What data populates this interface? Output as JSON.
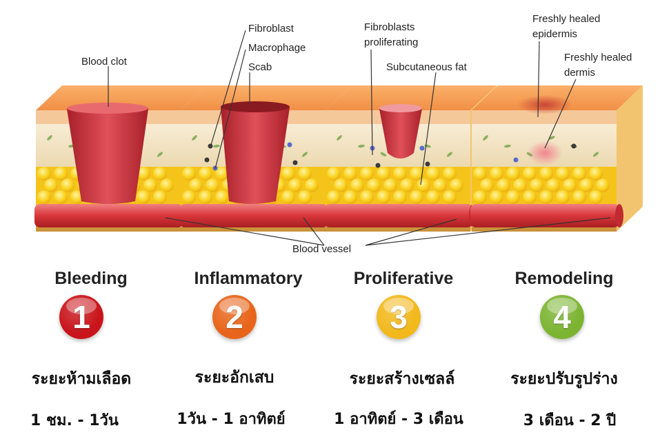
{
  "annotations": {
    "blood_clot": "Blood clot",
    "fibroblast": "Fibroblast",
    "macrophage": "Macrophage",
    "scab": "Scab",
    "fibroblasts_proliferating_1": "Fibroblasts",
    "fibroblasts_proliferating_2": "proliferating",
    "subcutaneous_fat": "Subcutaneous fat",
    "freshly_healed_epidermis_1": "Freshly healed",
    "freshly_healed_epidermis_2": "epidermis",
    "freshly_healed_dermis_1": "Freshly healed",
    "freshly_healed_dermis_2": "dermis",
    "blood_vessel": "Blood vessel"
  },
  "stages": [
    {
      "label": "Bleeding",
      "number": "1",
      "color": "#c8141a",
      "thai_name": "ระยะห้ามเลือด",
      "duration": "1 ชม. - 1วัน"
    },
    {
      "label": "Inflammatory",
      "number": "2",
      "color": "#e8641a",
      "thai_name": "ระยะอักเสบ",
      "duration": "1วัน - 1 อาทิตย์"
    },
    {
      "label": "Proliferative",
      "number": "3",
      "color": "#f2b81c",
      "thai_name": "ระยะสร้างเซลล์",
      "duration": "1 อาทิตย์ - 3 เดือน"
    },
    {
      "label": "Remodeling",
      "number": "4",
      "color": "#7cb432",
      "thai_name": "ระยะปรับรูปร่าง",
      "duration": "3 เดือน - 2 ปี"
    }
  ],
  "colors": {
    "epidermis_top": "#f6a25a",
    "dermis": "#f2e4c6",
    "fat": "#f7d21e",
    "vessel": "#d8363a",
    "wound": "#c8383c"
  }
}
